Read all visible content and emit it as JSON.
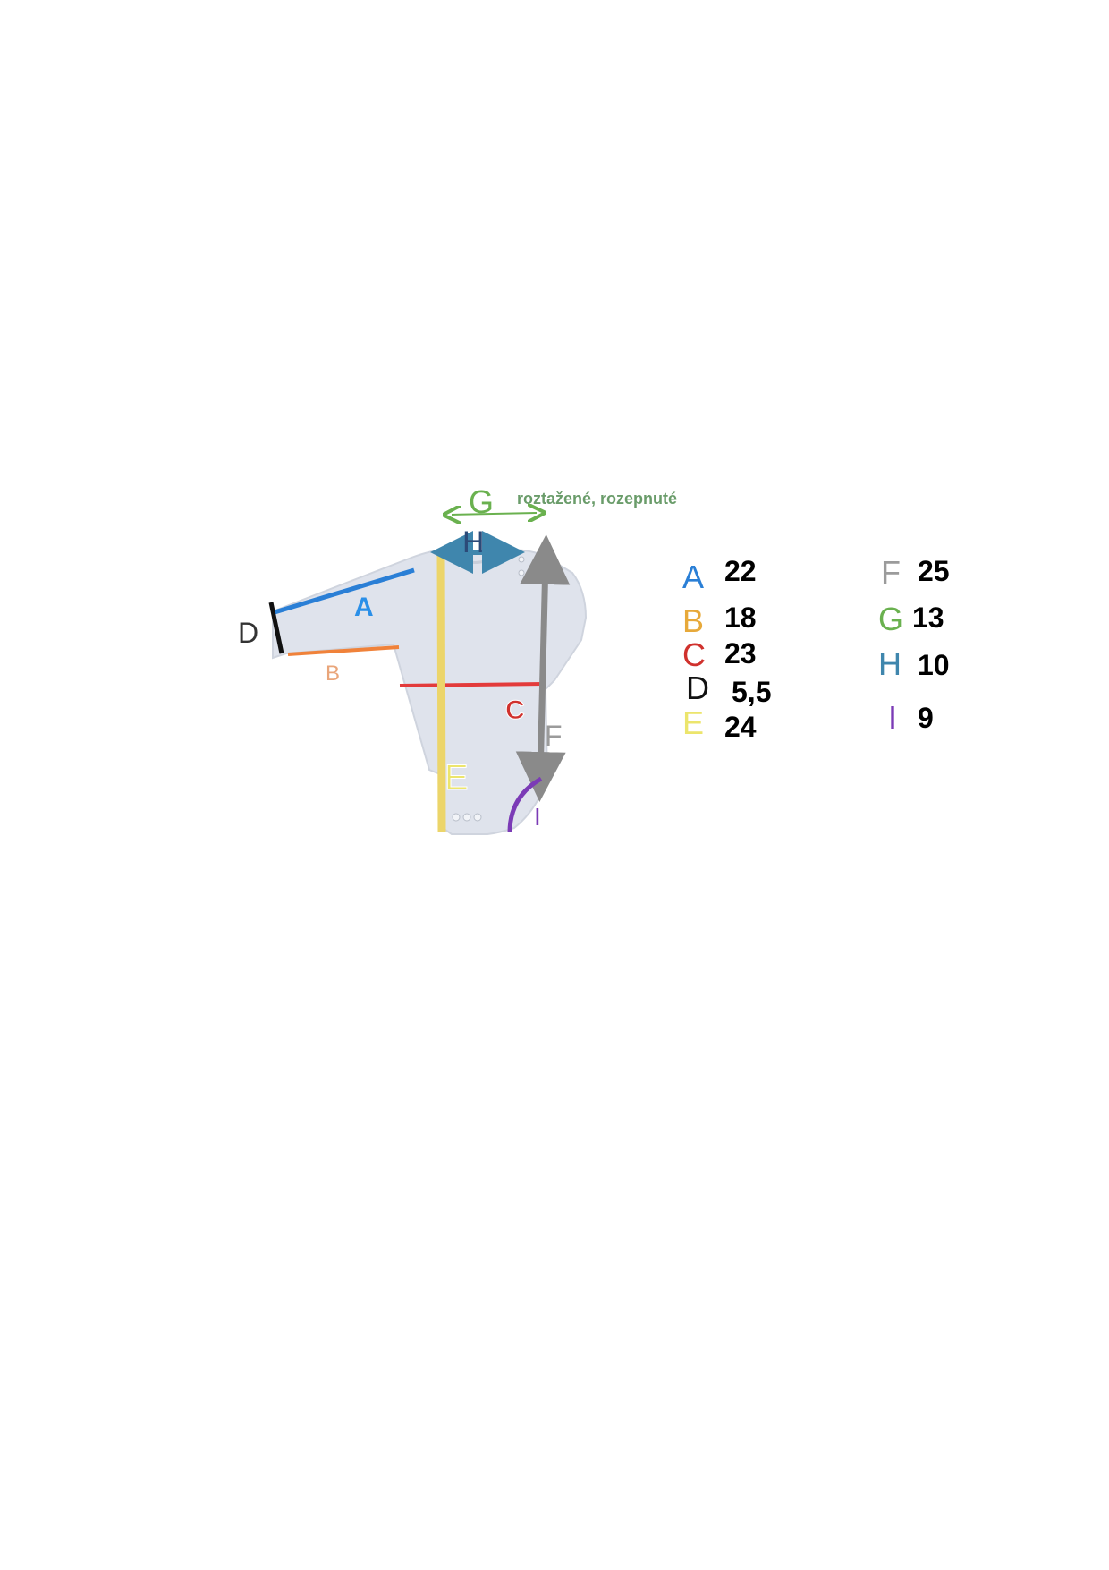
{
  "diagram": {
    "note": "roztažené, rozepnuté",
    "labels": {
      "A": "A",
      "B": "B",
      "C": "C",
      "D": "D",
      "E": "E",
      "F": "F",
      "G": "G",
      "H": "H",
      "I": "I"
    }
  },
  "colors": {
    "A": "#2a7fd6",
    "B": "#e7a93a",
    "C": "#d0312d",
    "D": "#111111",
    "E": "#ece56c",
    "F": "#9b9b9b",
    "G": "#6ab14f",
    "H": "#3f86ad",
    "I": "#7b3bb6",
    "garment": "#dfe3ec"
  },
  "legend": [
    {
      "letter": "A",
      "value": "22"
    },
    {
      "letter": "B",
      "value": "18"
    },
    {
      "letter": "C",
      "value": "23"
    },
    {
      "letter": "D",
      "value": "5,5"
    },
    {
      "letter": "E",
      "value": "24"
    },
    {
      "letter": "F",
      "value": "25"
    },
    {
      "letter": "G",
      "value": "13"
    },
    {
      "letter": "H",
      "value": "10"
    },
    {
      "letter": "I",
      "value": "9"
    }
  ]
}
